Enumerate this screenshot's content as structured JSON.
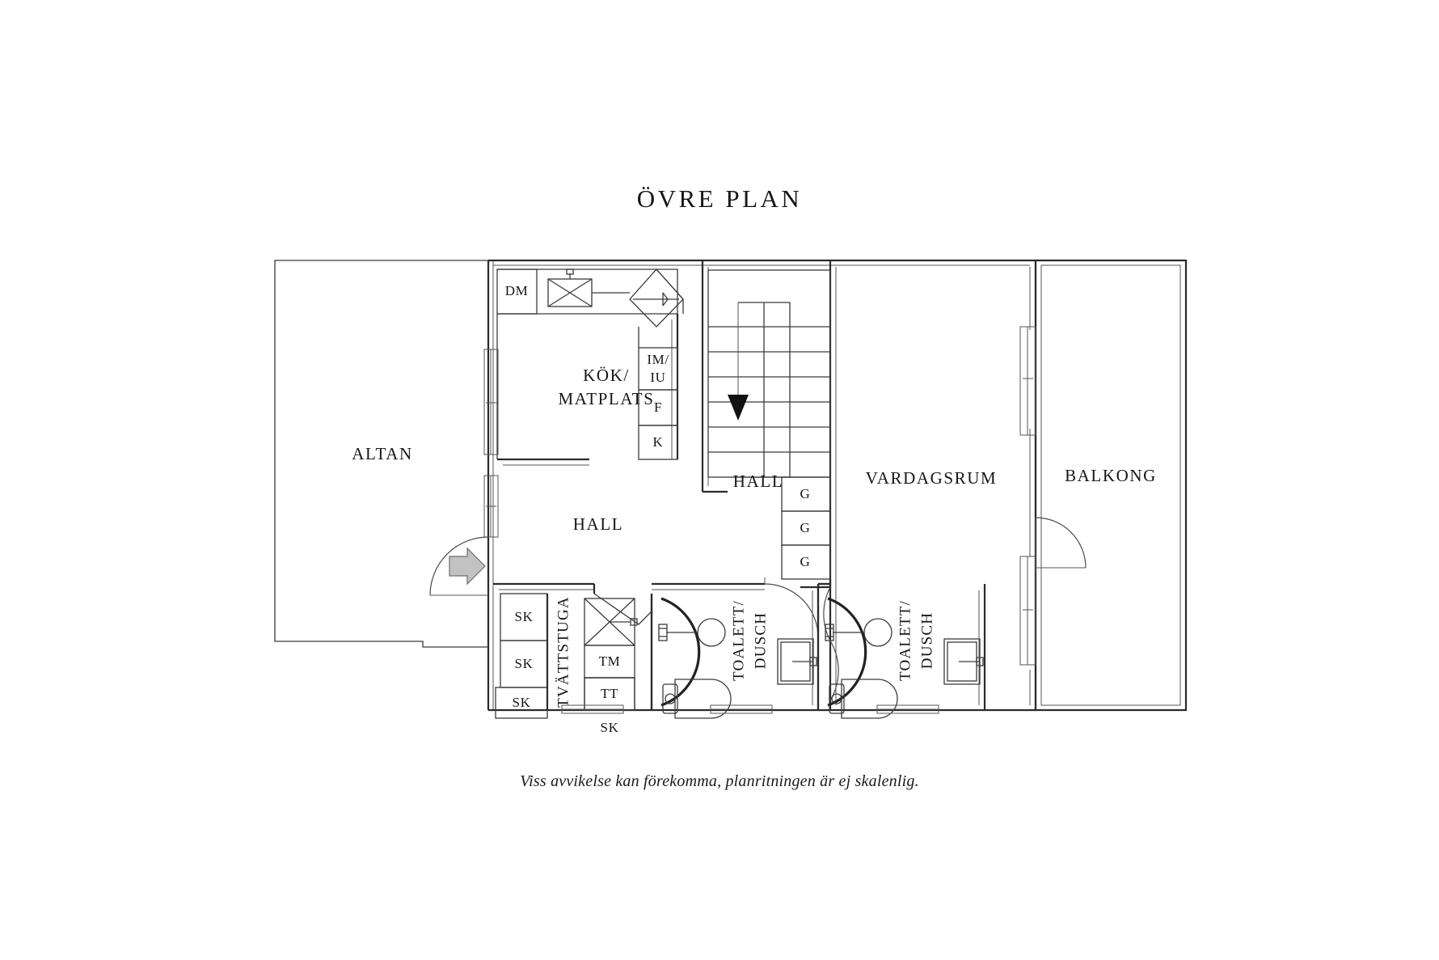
{
  "title": "ÖVRE PLAN",
  "caption": "Viss avvikelse kan förekomma, planritningen är ej skalenlig.",
  "colors": {
    "wall": "#2b2b2b",
    "fixture": "#3a3a3a",
    "text": "#161616",
    "entry_arrow_fill": "#c2c2c2",
    "entry_arrow_stroke": "#6d6d6d",
    "background": "#ffffff"
  },
  "rooms": [
    {
      "key": "altan",
      "label": "ALTAN"
    },
    {
      "key": "kok_matplats",
      "label": "KÖK/\nMATPLATS",
      "line1": "KÖK/",
      "line2": "MATPLATS"
    },
    {
      "key": "hall_upper",
      "label": "HALL"
    },
    {
      "key": "hall_lower",
      "label": "HALL"
    },
    {
      "key": "vardagsrum",
      "label": "VARDAGSRUM"
    },
    {
      "key": "balkong",
      "label": "BALKONG"
    },
    {
      "key": "tvattstuga",
      "label": "TVÄTTSTUGA"
    },
    {
      "key": "toalett_dusch_1",
      "label": "TOALETT/\nDUSCH",
      "line1": "TOALETT/",
      "line2": "DUSCH"
    },
    {
      "key": "toalett_dusch_2",
      "label": "TOALETT/\nDUSCH",
      "line1": "TOALETT/",
      "line2": "DUSCH"
    }
  ],
  "appliances": {
    "dm": "DM",
    "im_iu_line1": "IM/",
    "im_iu_line2": "IU",
    "f": "F",
    "k": "K",
    "tm": "TM",
    "tt": "TT"
  },
  "closets": {
    "garderob_1": "G",
    "garderob_2": "G",
    "garderob_3": "G",
    "skap_left_1": "SK",
    "skap_left_2": "SK",
    "skap_left_3": "SK",
    "skap_laundry": "SK"
  },
  "icons": {
    "entry_arrow": "entry-arrow-icon",
    "stair_direction_arrow": "stair-down-arrow-icon",
    "kitchen_sink": "kitchen-sink-icon",
    "corner_sink": "corner-sink-icon",
    "laundry_sink": "laundry-sink-icon",
    "toilet": "toilet-icon",
    "washbasin": "washbasin-icon",
    "shower": "shower-icon"
  },
  "stairs": {
    "step_count": 6,
    "direction": "down"
  }
}
